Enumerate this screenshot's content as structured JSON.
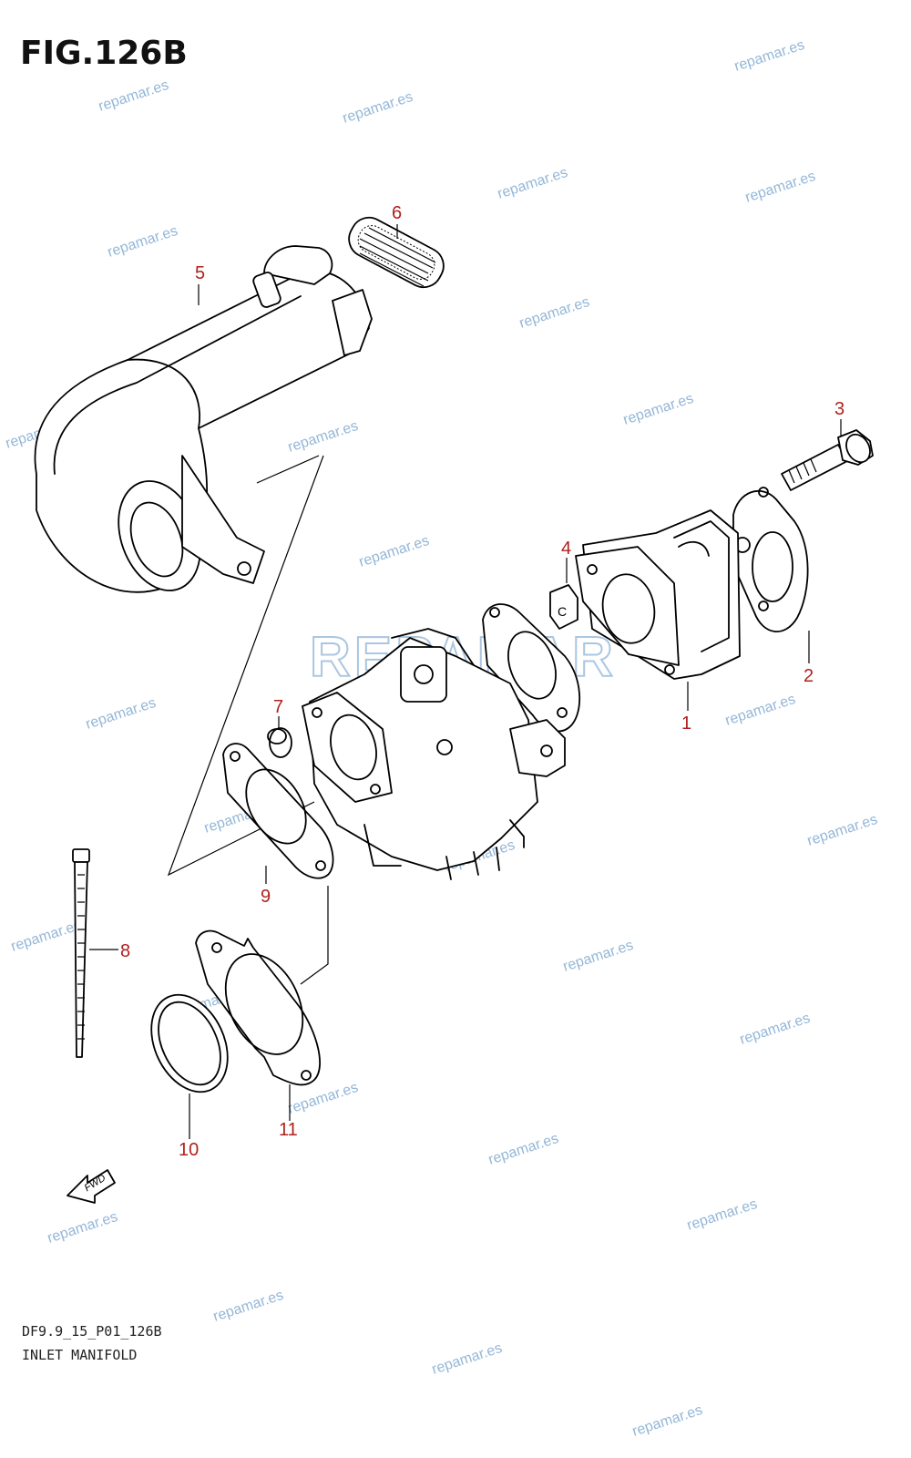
{
  "figure": {
    "title": "FIG.126B",
    "code": "DF9.9_15_P01_126B",
    "name": "INLET MANIFOLD"
  },
  "callouts": [
    "1",
    "2",
    "3",
    "4",
    "5",
    "6",
    "7",
    "8",
    "9",
    "10",
    "11"
  ],
  "watermark": {
    "text": "repamar.es",
    "logo_text": "REPAMAR"
  },
  "direction_label": "FWD",
  "part4_label": "C",
  "colors": {
    "callout": "#b0201c",
    "watermark": "#8fb4d6",
    "line": "#000000"
  }
}
